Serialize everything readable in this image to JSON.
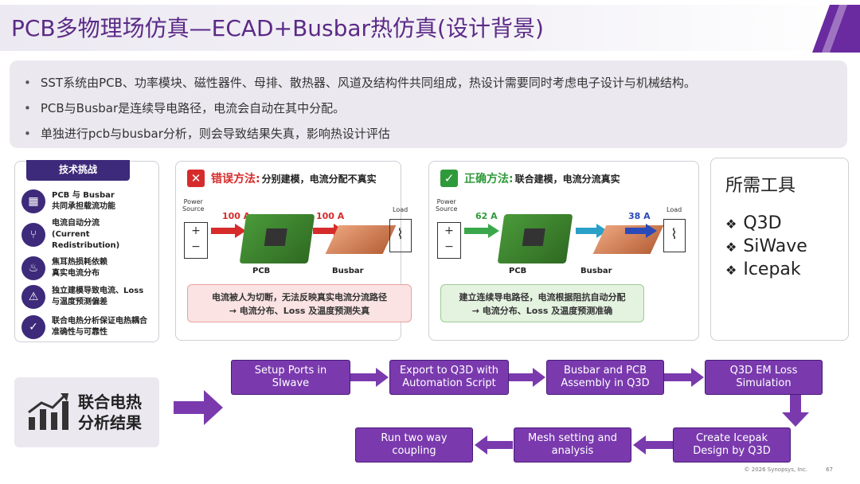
{
  "title": "PCB多物理场仿真—ECAD+Busbar热仿真(设计背景)",
  "bullets": [
    "SST系统由PCB、功率模块、磁性器件、母排、散热器、风道及结构件共同组成，热设计需要同时考虑电子设计与机械结构。",
    "PCB与Busbar是连续导电路径，电流会自动在其中分配。",
    "单独进行pcb与busbar分析，则会导致结果失真，影响热设计评估"
  ],
  "challenges": {
    "header": "技术挑战",
    "items": [
      {
        "icon": "circuit-board-icon",
        "text": "PCB 与 Busbar\n共同承担载流功能"
      },
      {
        "icon": "current-split-icon",
        "text": "电流自动分流\n(Current Redistribution)"
      },
      {
        "icon": "heat-icon",
        "text": "焦耳热损耗依赖\n真实电流分布"
      },
      {
        "icon": "warning-icon",
        "text": "独立建模导致电流、Loss\n与温度预测偏差"
      },
      {
        "icon": "shield-check-icon",
        "text": "联合电热分析保证电热耦合\n准确性与可靠性"
      }
    ]
  },
  "wrong_method": {
    "badge": "✕",
    "title": "错误方法:",
    "subtitle": "分别建模，电流分配不真实",
    "source_label": "Power\nSource",
    "load_label": "Load",
    "current_1": "100 A",
    "current_2": "100 A",
    "pcb_label": "PCB",
    "busbar_label": "Busbar",
    "note": "电流被人为切断，无法反映真实电流分流路径\n→ 电流分布、Loss 及温度预测失真",
    "color": "#d62b2b"
  },
  "right_method": {
    "badge": "✓",
    "title": "正确方法:",
    "subtitle": "联合建模，电流分流真实",
    "source_label": "Power\nSource",
    "load_label": "Load",
    "current_1": "62 A",
    "current_2": "38 A",
    "pcb_label": "PCB",
    "busbar_label": "Busbar",
    "note": "建立连续导电路径，电流根据阻抗自动分配\n→ 电流分布、Loss 及温度预测准确",
    "color": "#2f9a3a"
  },
  "tools": {
    "title": "所需工具",
    "items": [
      "Q3D",
      "SiWave",
      "Icepak"
    ]
  },
  "result": {
    "text": "联合电热\n分析结果"
  },
  "flow_steps": [
    "Setup Ports in\nSIwave",
    "Export to Q3D with\nAutomation Script",
    "Busbar and PCB\nAssembly in Q3D",
    "Q3D EM Loss\nSimulation",
    "Create Icepak\nDesign by Q3D",
    "Mesh setting and\nanalysis",
    "Run two way\ncoupling"
  ],
  "footer": "© 2026 Synopsys, Inc.",
  "page_number": "67",
  "colors": {
    "accent": "#7a3aae",
    "title": "#5b2a86",
    "dark": "#3d2a7a"
  }
}
